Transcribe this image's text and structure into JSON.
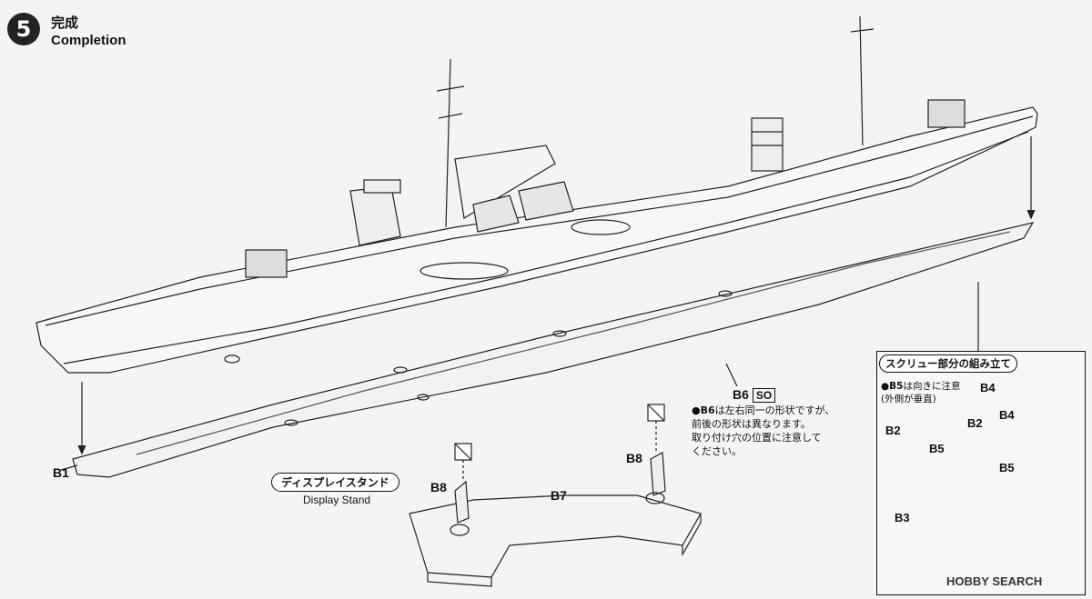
{
  "step": {
    "number": "5",
    "title_jp": "完成",
    "title_en": "Completion"
  },
  "labels": {
    "b1": "B1",
    "b6": "B6",
    "so": "SO",
    "b7": "B7",
    "b8_left": "B8",
    "b8_right": "B8"
  },
  "stand": {
    "title_jp": "ディスプレイスタンド",
    "title_en": "Display Stand"
  },
  "note": {
    "lead": "●B6",
    "line1": "は左右同一の形状ですが、",
    "line2": "前後の形状は異なります。",
    "line3": "取り付け穴の位置に注意して",
    "line4": "ください。"
  },
  "inset": {
    "title": "スクリュー部分の組み立て",
    "note_lead": "●B5",
    "note_line1": "は向きに注意",
    "note_line2": "(外側が垂直)",
    "parts": {
      "b4_a": "B4",
      "b4_b": "B4",
      "b2_a": "B2",
      "b2_b": "B2",
      "b5_a": "B5",
      "b5_b": "B5",
      "b3": "B3"
    }
  },
  "watermark": "HOBBY SEARCH"
}
